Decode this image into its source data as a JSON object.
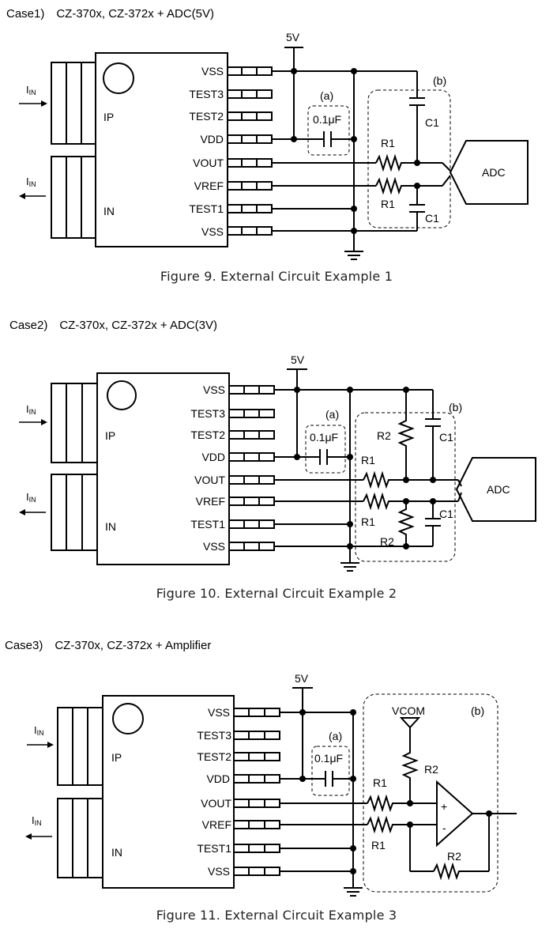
{
  "case1": {
    "title": "Case1)　CZ-370x, CZ-372x + ADC(5V)",
    "caption": "Figure 9. External Circuit Example 1",
    "supply": "5V",
    "pins": [
      "VSS",
      "TEST3",
      "TEST2",
      "VDD",
      "VOUT",
      "VREF",
      "TEST1",
      "VSS"
    ],
    "ip": "IP",
    "in": "IN",
    "iin": "I",
    "iin_sub": "IN",
    "cap_a": "0.1μF",
    "label_a": "(a)",
    "label_b": "(b)",
    "r1": "R1",
    "c1": "C1",
    "adc": "ADC"
  },
  "case2": {
    "title": "Case2)　CZ-370x, CZ-372x + ADC(3V)",
    "caption": "Figure 10. External Circuit Example 2",
    "supply": "5V",
    "pins": [
      "VSS",
      "TEST3",
      "TEST2",
      "VDD",
      "VOUT",
      "VREF",
      "TEST1",
      "VSS"
    ],
    "ip": "IP",
    "in": "IN",
    "iin": "I",
    "iin_sub": "IN",
    "cap_a": "0.1μF",
    "label_a": "(a)",
    "label_b": "(b)",
    "r1": "R1",
    "r2": "R2",
    "c1": "C1",
    "adc": "ADC"
  },
  "case3": {
    "title": "Case3)　CZ-370x, CZ-372x + Amplifier",
    "caption": "Figure 11. External Circuit Example 3",
    "supply": "5V",
    "pins": [
      "VSS",
      "TEST3",
      "TEST2",
      "VDD",
      "VOUT",
      "VREF",
      "TEST1",
      "VSS"
    ],
    "ip": "IP",
    "in": "IN",
    "iin": "I",
    "iin_sub": "IN",
    "cap_a": "0.1μF",
    "label_a": "(a)",
    "label_b": "(b)",
    "r1": "R1",
    "r2": "R2",
    "vcom": "VCOM",
    "plus": "+",
    "minus": "-"
  }
}
